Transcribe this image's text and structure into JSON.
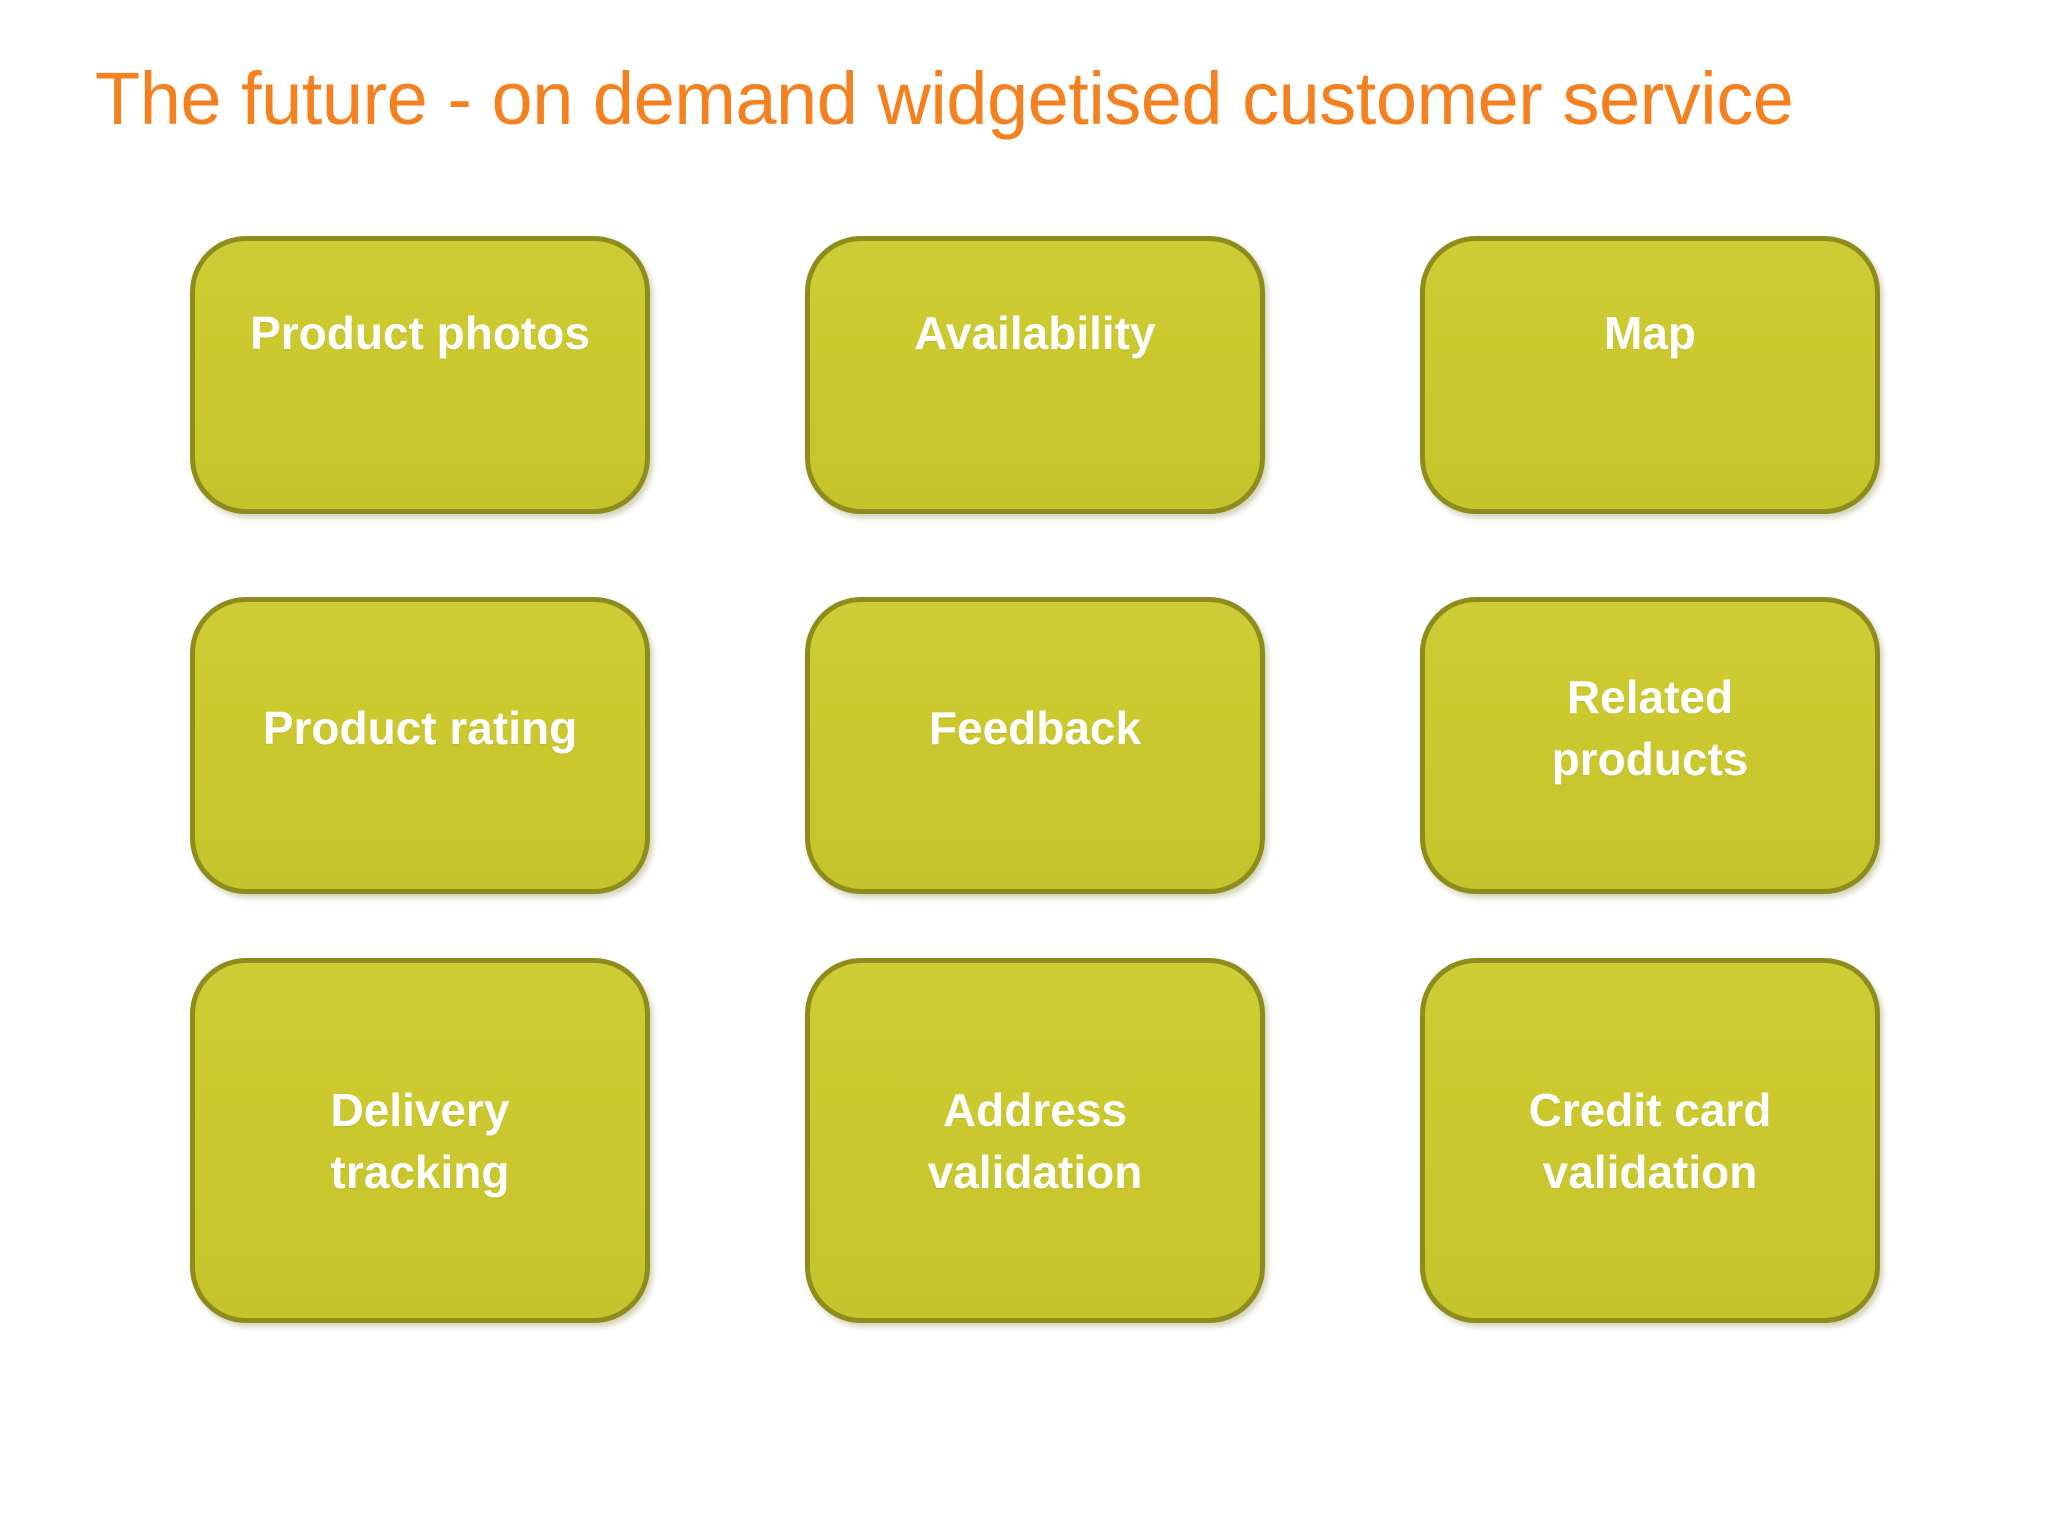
{
  "slide": {
    "title": "The future - on demand widgetised customer service",
    "title_color": "#f4801f",
    "background_color": "#ffffff"
  },
  "theme": {
    "card_fill": "#cbc92e",
    "card_fill_top": "#cfcd36",
    "card_fill_bottom": "#c6c42c",
    "card_border": "#8e8c1d",
    "card_label_color": "#ffffff"
  },
  "grid": {
    "columns": 3,
    "rows": 3,
    "cards": [
      {
        "id": "product-photos",
        "label": "Product photos",
        "row": 1,
        "col": 1,
        "align": "upper"
      },
      {
        "id": "availability",
        "label": "Availability",
        "row": 1,
        "col": 2,
        "align": "upper"
      },
      {
        "id": "map",
        "label": "Map",
        "row": 1,
        "col": 3,
        "align": "upper"
      },
      {
        "id": "product-rating",
        "label": "Product rating",
        "row": 2,
        "col": 1,
        "align": "mid"
      },
      {
        "id": "feedback",
        "label": "Feedback",
        "row": 2,
        "col": 2,
        "align": "mid"
      },
      {
        "id": "related-products",
        "label": "Related\nproducts",
        "row": 2,
        "col": 3,
        "align": "mid"
      },
      {
        "id": "delivery-tracking",
        "label": "Delivery\ntracking",
        "row": 3,
        "col": 1,
        "align": "center"
      },
      {
        "id": "address-validation",
        "label": "Address\nvalidation",
        "row": 3,
        "col": 2,
        "align": "center"
      },
      {
        "id": "credit-card-validation",
        "label": "Credit card\nvalidation",
        "row": 3,
        "col": 3,
        "align": "center"
      }
    ]
  }
}
